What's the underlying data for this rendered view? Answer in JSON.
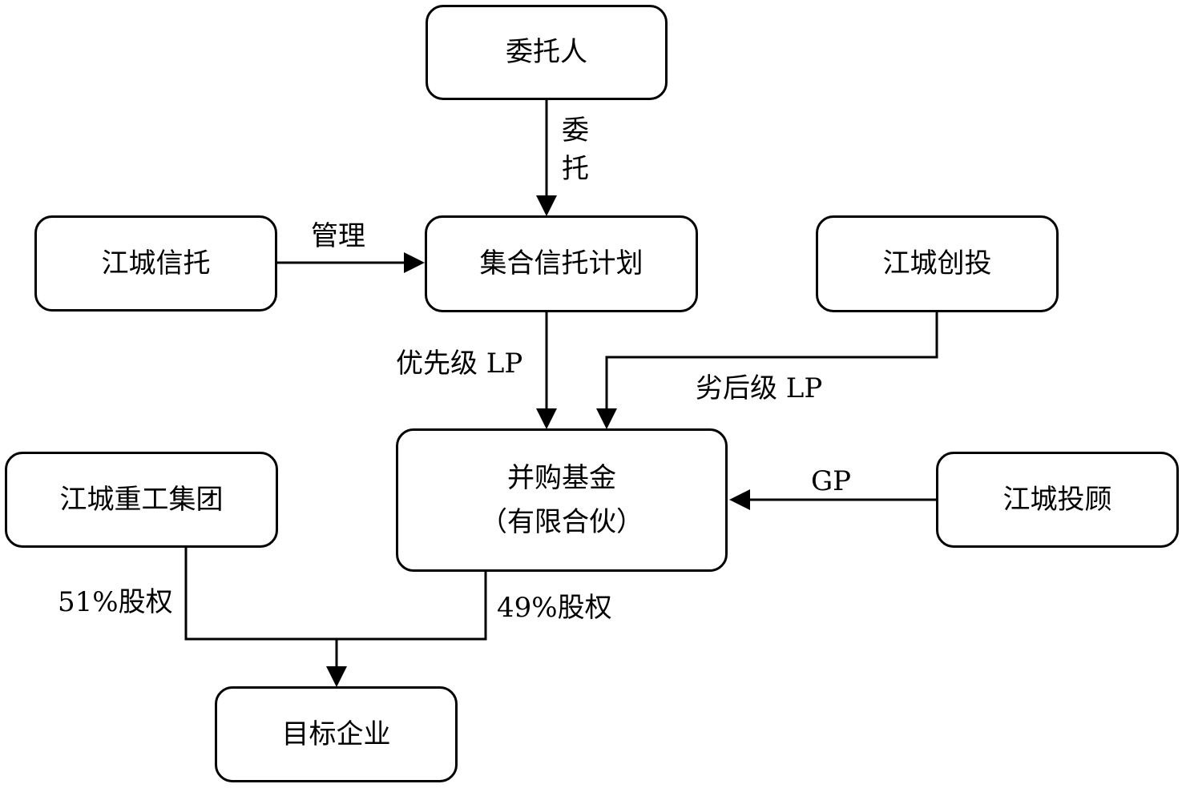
{
  "nodes": {
    "principal": "委托人",
    "trust_company": "江城信托",
    "collective_trust_plan": "集合信托计划",
    "venture_capital": "江城创投",
    "heavy_industry_group": "江城重工集团",
    "ma_fund_line1": "并购基金",
    "ma_fund_line2": "（有限合伙）",
    "investment_advisor": "江城投顾",
    "target_company": "目标企业"
  },
  "edges": {
    "entrust_char1": "委",
    "entrust_char2": "托",
    "manage": "管理",
    "senior_lp": "优先级 LP",
    "junior_lp": "劣后级 LP",
    "gp": "GP",
    "equity_51": "51%股权",
    "equity_49": "49%股权"
  }
}
